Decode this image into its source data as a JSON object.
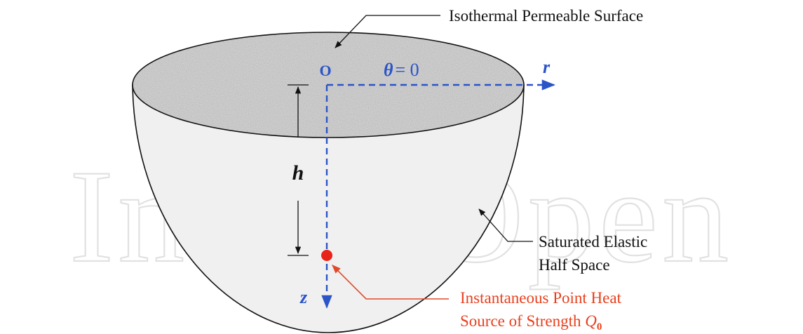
{
  "diagram": {
    "watermark": "IntechOpen",
    "labels": {
      "surface": "Isothermal Permeable Surface",
      "half_space_line1": "Saturated Elastic",
      "half_space_line2": "Half Space",
      "source_line1": "Instantaneous Point Heat",
      "source_line2_prefix": "Source of Strength ",
      "source_symbol": "Q",
      "source_subscript": "0",
      "origin": "O",
      "theta_symbol": "θ",
      "theta_value": "= 0",
      "r_axis": "r",
      "z_axis": "z",
      "depth": "h"
    },
    "colors": {
      "axis": "#2a54c8",
      "source_point": "#e8231a",
      "source_text": "#e8401e",
      "leader": "#e04a2a",
      "text": "#111111",
      "bowl_fill": "#f0f0f0",
      "rim_fill": "#d2d2d2",
      "watermark": "#c9c9c9"
    }
  }
}
